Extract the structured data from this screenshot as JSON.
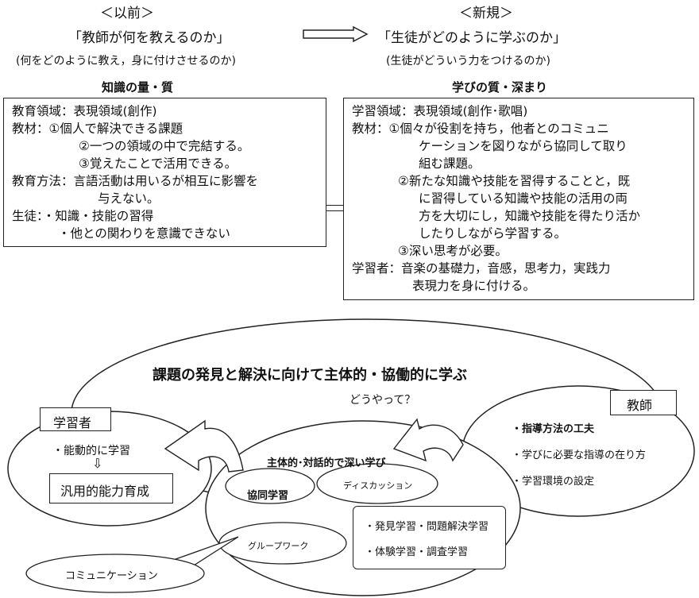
{
  "top": {
    "left": {
      "tag": "＜以前＞",
      "heading": "「教師が何を教えるのか」",
      "sub": "(何をどのように教え，身に付けさせるのか)",
      "label": "知識の量・質",
      "lines": [
        "教育領域：表現領域(創作)",
        "教材：①個人で解決できる課題",
        "②一つの領域の中で完結する。",
        "③覚えたことで活用できる。",
        "教育方法：言語活動は用いるが相互に影響を",
        "与えない。",
        "生徒：・知識・技能の習得",
        "・他との関わりを意識できない"
      ]
    },
    "right": {
      "tag": "＜新規＞",
      "heading": "「生徒がどのように学ぶのか」",
      "sub": "(生徒がどういう力をつけるのか)",
      "label": "学びの質・深まり",
      "lines": [
        "学習領域：表現領域(創作･歌唱)",
        "教材：①個々が役割を持ち，他者とのコミュニ",
        "ケーションを図りながら協同して取り",
        "組む課題。",
        "②新たな知識や技能を習得することと，既",
        "に習得している知識や技能の活用の両",
        "方を大切にし，知識や技能を得たり活か",
        "したりしながら学習する。",
        "③深い思考が必要。",
        "学習者：音楽の基礎力，音感，思考力，実践力",
        "表現力を身に付ける。"
      ]
    }
  },
  "bottom": {
    "main_title": "課題の発見と解決に向けて主体的・協働的に学ぶ",
    "question": "どうやって？",
    "learner_label": "学習者",
    "learner_item": "・能動的に学習",
    "learner_arrow": "⇩",
    "learner_goal": "汎用的能力育成",
    "center_title": "主体的･対話的で深い学び",
    "cooperative": "協同学習",
    "discussion": "ディスカッション",
    "group_work": "グループワーク",
    "learning_1": "・発見学習・問題解決学習",
    "learning_2": "・体験学習・調査学習",
    "communication": "コミュニケーション",
    "teacher_label": "教師",
    "teacher_items": [
      "・指導方法の工夫",
      "・学びに必要な指導の在り方",
      "・学習環境の設定"
    ]
  }
}
